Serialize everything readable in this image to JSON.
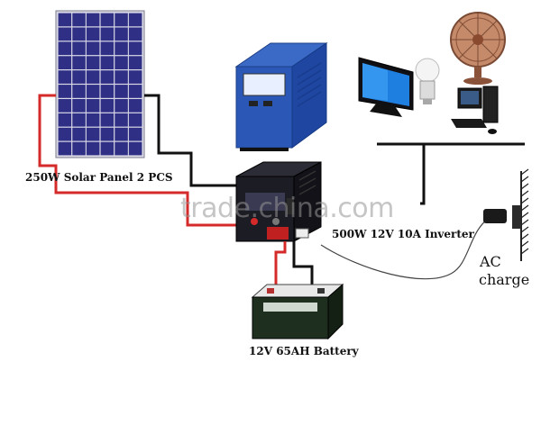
{
  "labels": {
    "solar_panel": "250W Solar Panel 2 PCS",
    "inverter": "500W 12V 10A Inverter",
    "battery": "12V 65AH Battery",
    "ac": "AC",
    "charge": "charge"
  },
  "watermark": "trade.china.com",
  "colors": {
    "positive_wire": "#d42a2a",
    "negative_wire": "#111111",
    "panel_cell": "#2f2f86",
    "inverter_body": "#1c1c24",
    "controller_body": "#2b58b6",
    "battery_body": "#1f2f1f"
  },
  "icons": [
    "solar-panel-icon",
    "charge-controller-icon",
    "inverter-icon",
    "battery-icon",
    "monitor-icon",
    "led-bulb-icon",
    "fan-icon",
    "desktop-computer-icon",
    "wall-socket-icon",
    "plug-icon"
  ]
}
